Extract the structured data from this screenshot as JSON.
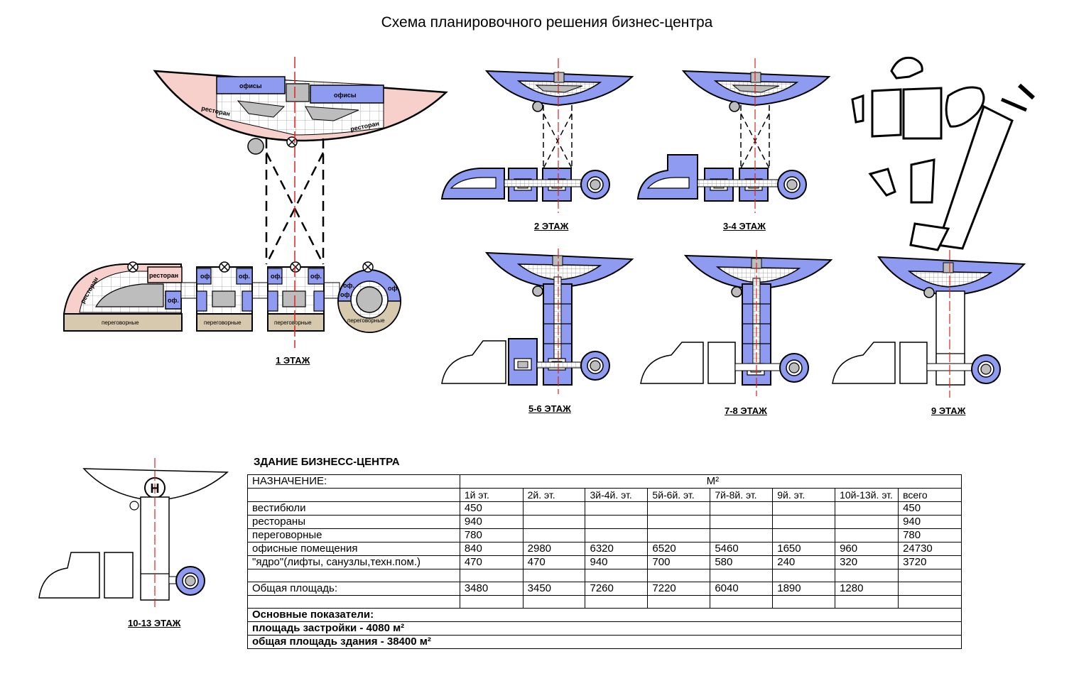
{
  "title": "Схема планировочного решения бизнес-центра",
  "floor_plans": [
    {
      "label": "1 ЭТАЖ",
      "room_labels": [
        "офисы",
        "офисы",
        "ресторан",
        "ресторан",
        "ресторан",
        "ресторан",
        "оф.",
        "оф.",
        "оф.",
        "оф.",
        "оф.",
        "оф.",
        "оф.",
        "оф.",
        "переговорные",
        "переговорные",
        "переговорные",
        "переговорные"
      ]
    },
    {
      "label": "2 ЭТАЖ"
    },
    {
      "label": "3-4 ЭТАЖ"
    },
    {
      "label": "5-6 ЭТАЖ"
    },
    {
      "label": "7-8 ЭТАЖ"
    },
    {
      "label": "9 ЭТАЖ"
    },
    {
      "label": "10-13 ЭТАЖ",
      "heliport_mark": "H"
    }
  ],
  "colors": {
    "office_blue": "#8f9bf0",
    "restaurant_pink": "#f7cfcb",
    "meeting_beige": "#d6c9ad",
    "core_grey": "#bdbdbd",
    "axis_red": "#e02020"
  },
  "table": {
    "title": "ЗДАНИЕ БИЗНЕСС-ЦЕНТРА",
    "purpose_header": "НАЗНАЧЕНИЕ:",
    "unit_header": "М²",
    "columns": [
      "1й эт.",
      "2й. эт.",
      "3й-4й. эт.",
      "5й-6й. эт.",
      "7й-8й. эт.",
      "9й. эт.",
      "10й-13й. эт.",
      "всего"
    ],
    "rows": [
      {
        "name": "вестибюли",
        "values": [
          "450",
          "",
          "",
          "",
          "",
          "",
          "",
          "450"
        ]
      },
      {
        "name": "рестораны",
        "values": [
          "940",
          "",
          "",
          "",
          "",
          "",
          "",
          "940"
        ]
      },
      {
        "name": "переговорные",
        "values": [
          "780",
          "",
          "",
          "",
          "",
          "",
          "",
          "780"
        ]
      },
      {
        "name": "офисные помещения",
        "values": [
          "840",
          "2980",
          "6320",
          "6520",
          "5460",
          "1650",
          "960",
          "24730"
        ]
      },
      {
        "name": "\"ядро\"(лифты, санузлы,техн.пом.)",
        "values": [
          "470",
          "470",
          "940",
          "700",
          "580",
          "240",
          "320",
          "3720"
        ]
      }
    ],
    "total": {
      "name": "Общая площадь:",
      "values": [
        "3480",
        "3450",
        "7260",
        "7220",
        "6040",
        "1890",
        "1280",
        ""
      ]
    },
    "indicators_title": "Основные показатели:",
    "built_area": "площадь застройки - 4080 м²",
    "total_area": "общая площадь здания - 38400 м²"
  }
}
